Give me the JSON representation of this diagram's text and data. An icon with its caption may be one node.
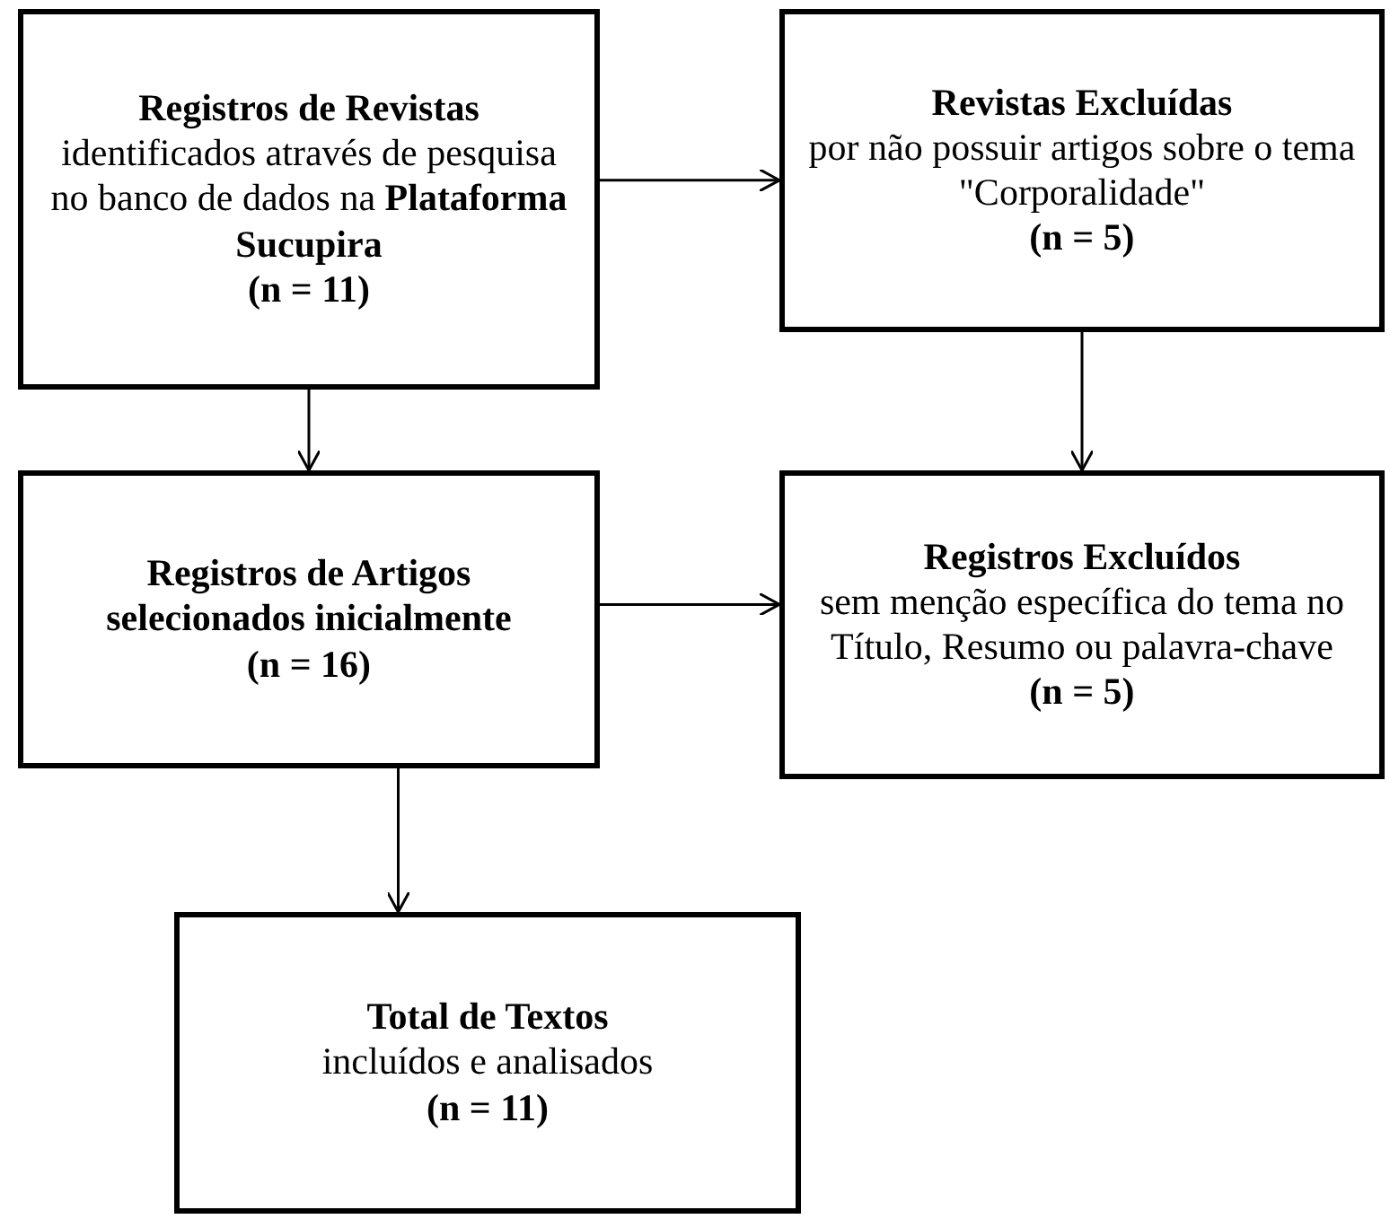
{
  "diagram": {
    "nodes": [
      {
        "text": [
          "Registros de Revistas",
          "identificados através de pesquisa no banco de dados na **Plataforma Sucupira**",
          "(n = 11)"
        ]
      },
      {
        "text": [
          "Revistas Excluídas",
          "por não possuir artigos sobre o tema \"Corporalidade\"",
          "(n = 5)"
        ]
      },
      {
        "text": [
          "Registros de Artigos selecionados inicialmente",
          "(n = 16)"
        ]
      },
      {
        "text": [
          "Registros Excluídos",
          "sem menção específica do tema no Título, Resumo ou palavra-chave",
          "(n = 5)"
        ]
      },
      {
        "text": [
          "Total de Textos",
          "incluídos e analisados",
          "(n = 11)"
        ]
      }
    ],
    "edges": [
      {
        "from": 0,
        "to": 1,
        "arrow": "to"
      },
      {
        "from": 0,
        "to": 2,
        "arrow": "to"
      },
      {
        "from": 1,
        "to": 3,
        "arrow": "to"
      },
      {
        "from": 2,
        "to": 3,
        "arrow": "to"
      },
      {
        "from": 2,
        "to": 4,
        "arrow": "to"
      }
    ]
  }
}
